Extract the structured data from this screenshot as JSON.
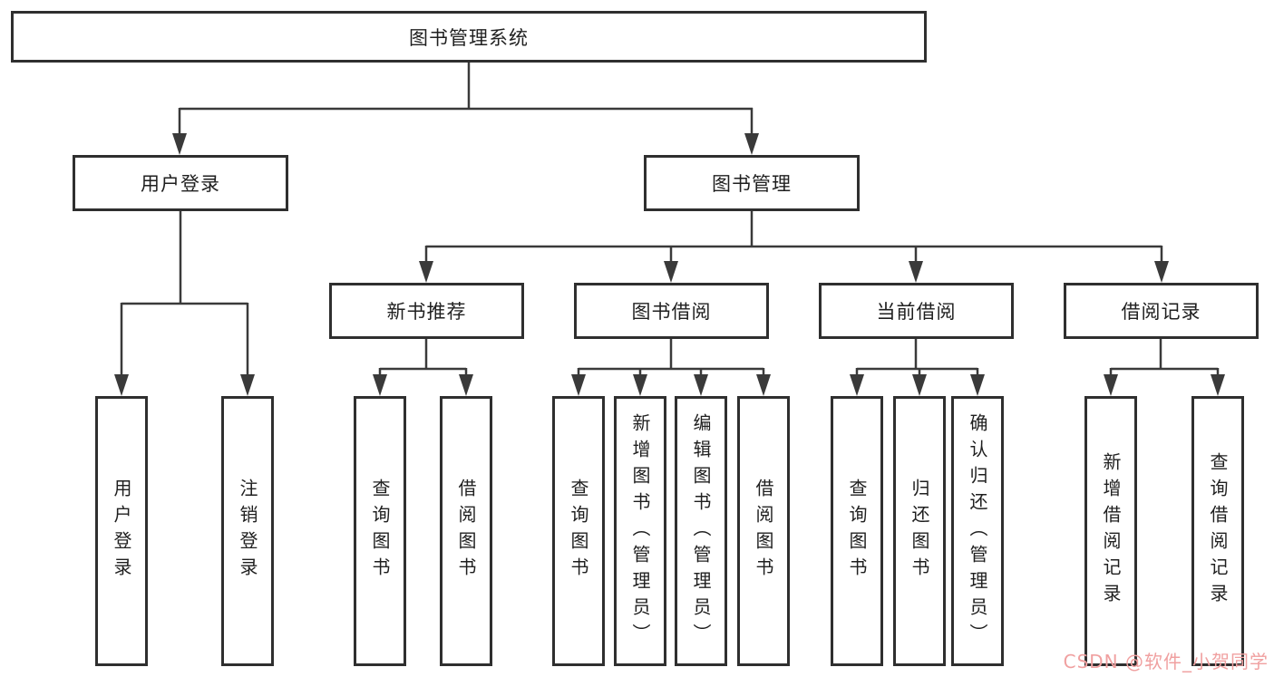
{
  "tree": {
    "label": "图书管理系统",
    "children": [
      {
        "label": "用户登录",
        "children": [
          {
            "label": "用户登录"
          },
          {
            "label": "注销登录"
          }
        ]
      },
      {
        "label": "图书管理",
        "children": [
          {
            "label": "新书推荐",
            "children": [
              {
                "label": "查询图书"
              },
              {
                "label": "借阅图书"
              }
            ]
          },
          {
            "label": "图书借阅",
            "children": [
              {
                "label": "查询图书"
              },
              {
                "label": "新增图书（管理员）"
              },
              {
                "label": "编辑图书（管理员）"
              },
              {
                "label": "借阅图书"
              }
            ]
          },
          {
            "label": "当前借阅",
            "children": [
              {
                "label": "查询图书"
              },
              {
                "label": "归还图书"
              },
              {
                "label": "确认归还（管理员）"
              }
            ]
          },
          {
            "label": "借阅记录",
            "children": [
              {
                "label": "新增借阅记录"
              },
              {
                "label": "查询借阅记录"
              }
            ]
          }
        ]
      }
    ]
  },
  "watermark": {
    "text": "CSDN @软件_小贺同学",
    "color": "#f0a0a0"
  },
  "colors": {
    "line": "#3a3a3a",
    "box_border": "#2f2f2f",
    "text": "#1f1f1f",
    "background": "#ffffff"
  }
}
